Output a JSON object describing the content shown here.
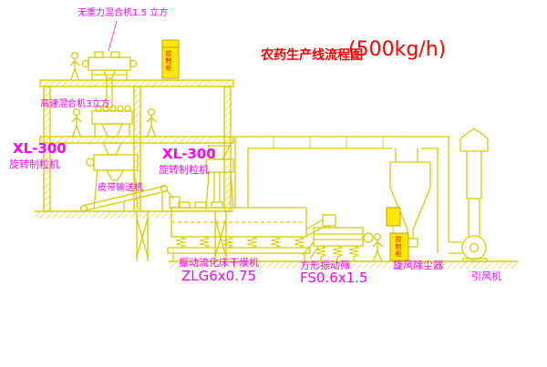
{
  "title": {
    "name": "农药生产线流程图",
    "capacity": "(500kg/h)"
  },
  "equipment_labels": {
    "top_mixer": "无重力混合机1.5 立方",
    "high_speed_mixer": "高速混合机3立方",
    "granulator_left": {
      "model": "XL-300",
      "name": "旋转制粒机"
    },
    "granulator_center": {
      "model": "XL-300",
      "name": "旋转制粒机"
    },
    "belt_conveyor": "皮带输送机",
    "dryer": {
      "name": "振动流化床干燥机",
      "model": "ZLG6x0.75"
    },
    "sieve": {
      "name": "方形振动筛",
      "model": "FS0.6x1.5"
    },
    "cyclone": "旋风除尘器",
    "fan": "引风机",
    "control_cabinet": "控制柜"
  },
  "colors": {
    "line": "#d9cd00",
    "label": "#ff00ff",
    "title": "#ff0000",
    "cabinet_fill": "#ffe900",
    "cabinet_border": "#c8a000",
    "background": "#ffffff"
  }
}
